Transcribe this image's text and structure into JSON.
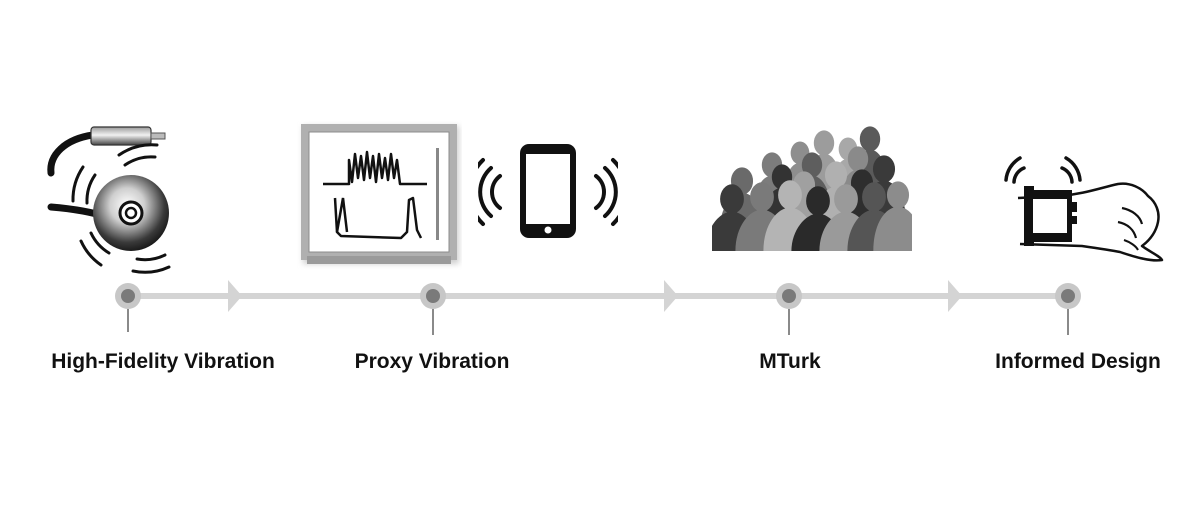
{
  "stages": [
    {
      "label": "High-Fidelity Vibration",
      "icon": "voice-coil-actuator-icon"
    },
    {
      "label": "Proxy Vibration",
      "icon": "waveform-monitor-and-vibrating-phone-icon"
    },
    {
      "label": "MTurk",
      "icon": "crowd-icon"
    },
    {
      "label": "Informed Design",
      "icon": "vibrating-smartwatch-icon"
    }
  ],
  "colors": {
    "track": "#d4d4d4",
    "node_outer": "#c7c7c7",
    "node_inner": "#7a7a7a",
    "stem": "#8a8a8a",
    "label_text": "#111111",
    "icon_dark": "#111111"
  }
}
